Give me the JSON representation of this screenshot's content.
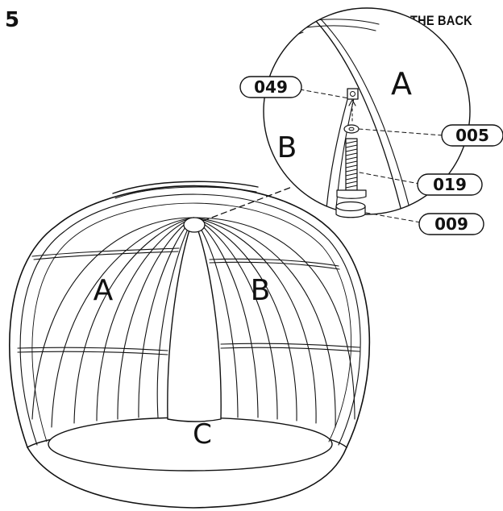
{
  "header": {
    "step_number": "5",
    "view_label": "THE BACK"
  },
  "dome": {
    "label_left": "A",
    "label_right": "B",
    "label_base": "C"
  },
  "detail": {
    "label_upper_right": "A",
    "label_left": "B"
  },
  "parts": [
    {
      "id": "049"
    },
    {
      "id": "005"
    },
    {
      "id": "019"
    },
    {
      "id": "009"
    }
  ]
}
